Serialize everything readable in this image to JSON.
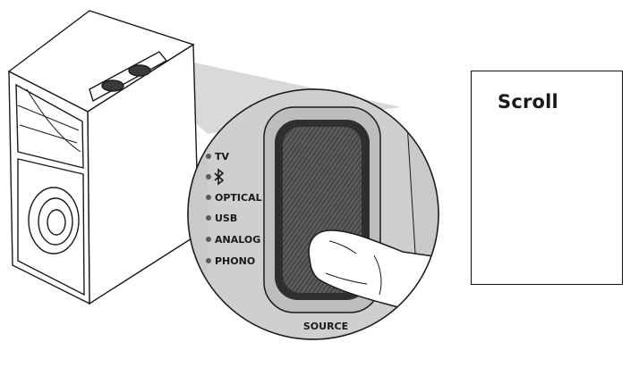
{
  "illustration": {
    "source_labels": [
      {
        "id": "tv",
        "label": "TV"
      },
      {
        "id": "bluetooth",
        "label": "",
        "icon": "bluetooth-icon"
      },
      {
        "id": "optical",
        "label": "OPTICAL"
      },
      {
        "id": "usb",
        "label": "USB"
      },
      {
        "id": "analog",
        "label": "ANALOG"
      },
      {
        "id": "phono",
        "label": "PHONO"
      }
    ],
    "knob_label": "SOURCE",
    "colors": {
      "line": "#1a1a1a",
      "zoom_fill": "#c9c9c9",
      "knob_dark": "#3a3a3a",
      "beam": "#d6d6d6"
    }
  },
  "caption": {
    "text": "Scroll"
  }
}
